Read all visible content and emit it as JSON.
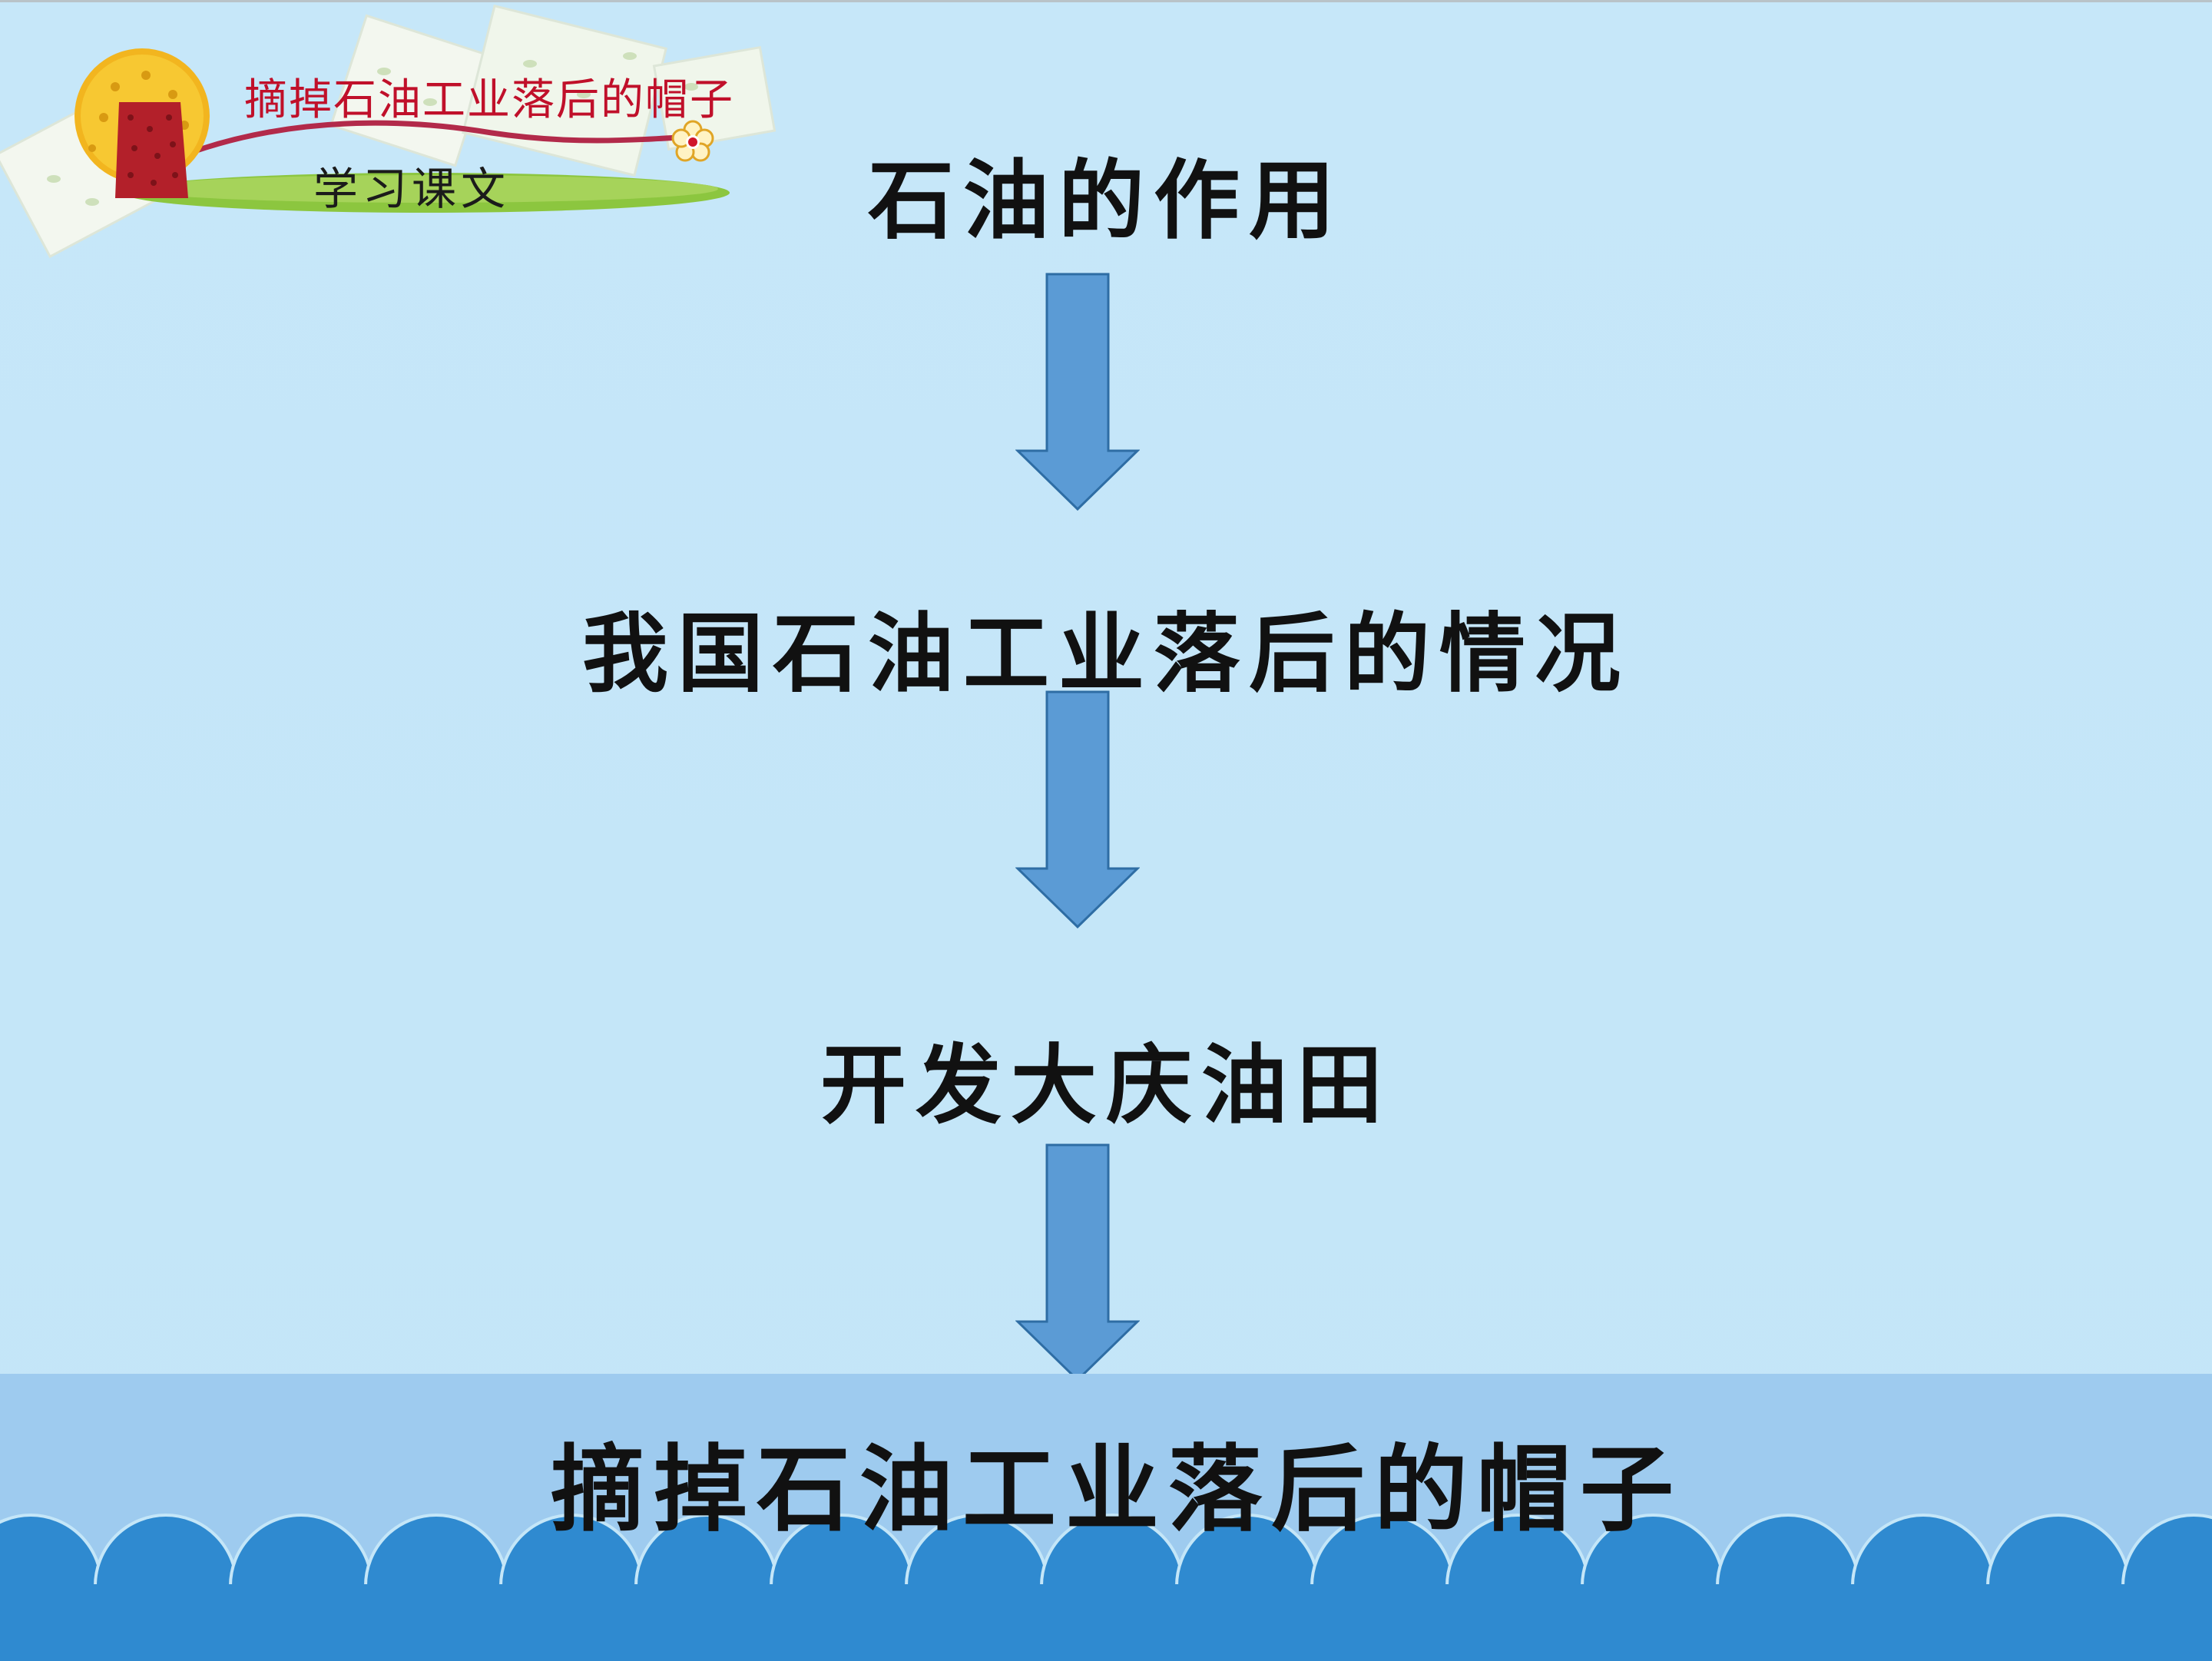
{
  "header": {
    "title": "摘掉石油工业落后的帽子",
    "subtitle": "学习课文"
  },
  "flow": {
    "steps": [
      "石油的作用",
      "我国石油工业落后的情况",
      "开发大庆油田",
      "摘掉石油工业落后的帽子"
    ]
  },
  "colors": {
    "background": "#c4e6f8",
    "arrow_fill": "#5b9bd5",
    "arrow_stroke": "#2e6da4",
    "band": "#9ecbef",
    "waves_back": "#2f8ad0",
    "waves_front": "#3a96db",
    "badge_title": "#c0102a"
  },
  "icons": {
    "badge_illustration": "tree-icon",
    "flower": "flower-icon",
    "arrows": "down-arrow-icon"
  }
}
